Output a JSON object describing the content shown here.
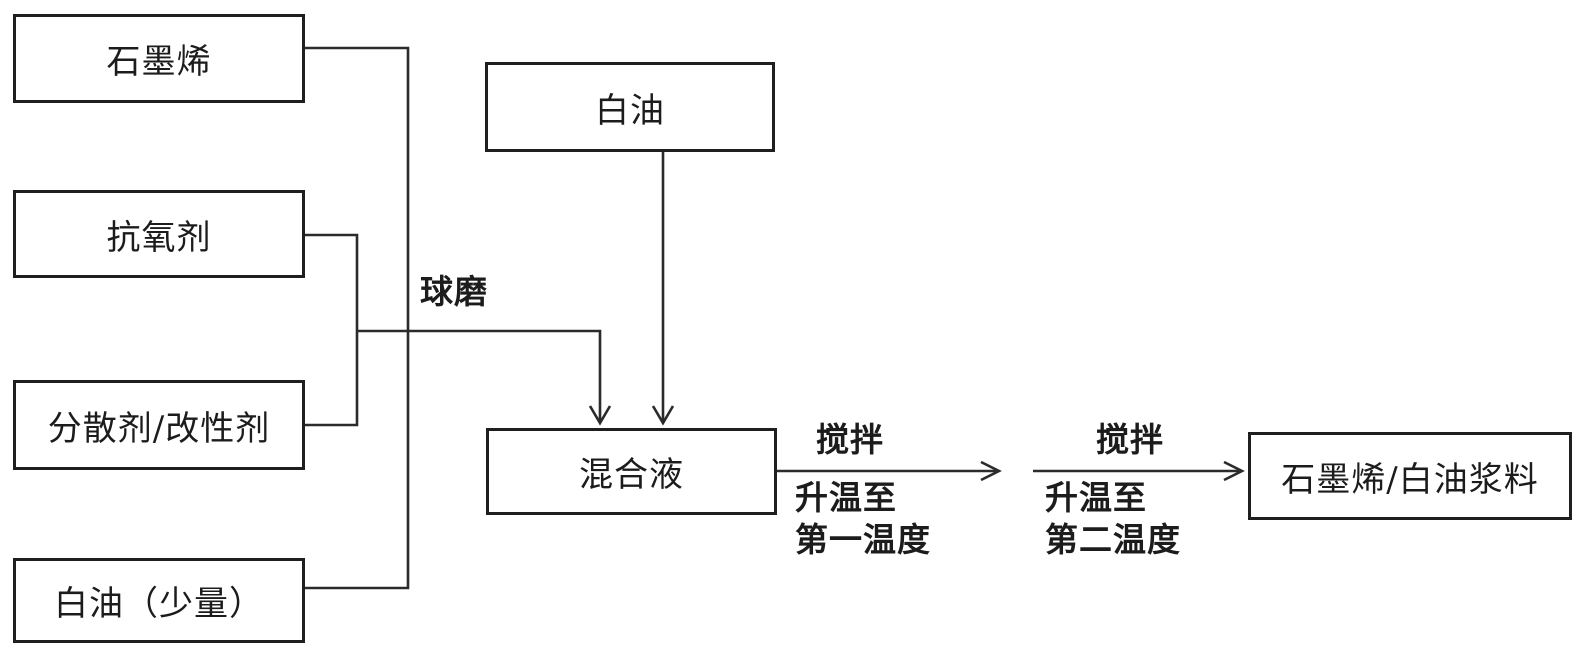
{
  "nodes": [
    {
      "id": "graphene",
      "label": "石墨烯"
    },
    {
      "id": "antioxidant",
      "label": "抗氧剂"
    },
    {
      "id": "dispersant-modifier",
      "label": "分散剂/改性剂"
    },
    {
      "id": "white-oil-small",
      "label": "白油（少量）"
    },
    {
      "id": "white-oil",
      "label": "白油"
    },
    {
      "id": "mixed-liquid",
      "label": "混合液"
    },
    {
      "id": "product",
      "label": "石墨烯/白油浆料"
    }
  ],
  "edge_labels": {
    "ball_milling": "球磨",
    "stir_1": "搅拌",
    "heat_1_line1": "升温至",
    "heat_1_line2": "第一温度",
    "stir_2": "搅拌",
    "heat_2_line1": "升温至",
    "heat_2_line2": "第二温度"
  },
  "edges": [
    {
      "from": "石墨烯",
      "to": "混合液",
      "label": "球磨"
    },
    {
      "from": "抗氧剂",
      "to": "混合液",
      "label": "球磨"
    },
    {
      "from": "分散剂/改性剂",
      "to": "混合液",
      "label": "球磨"
    },
    {
      "from": "白油（少量）",
      "to": "混合液",
      "label": "球磨"
    },
    {
      "from": "白油",
      "to": "混合液",
      "label": ""
    },
    {
      "from": "混合液",
      "to": "石墨烯/白油浆料",
      "label": "搅拌 升温至第一温度；搅拌 升温至第二温度"
    }
  ],
  "colors": {
    "line": "#2b2b2b",
    "border": "#1f1f1f",
    "text": "#1c1c1c",
    "background": "#ffffff"
  }
}
